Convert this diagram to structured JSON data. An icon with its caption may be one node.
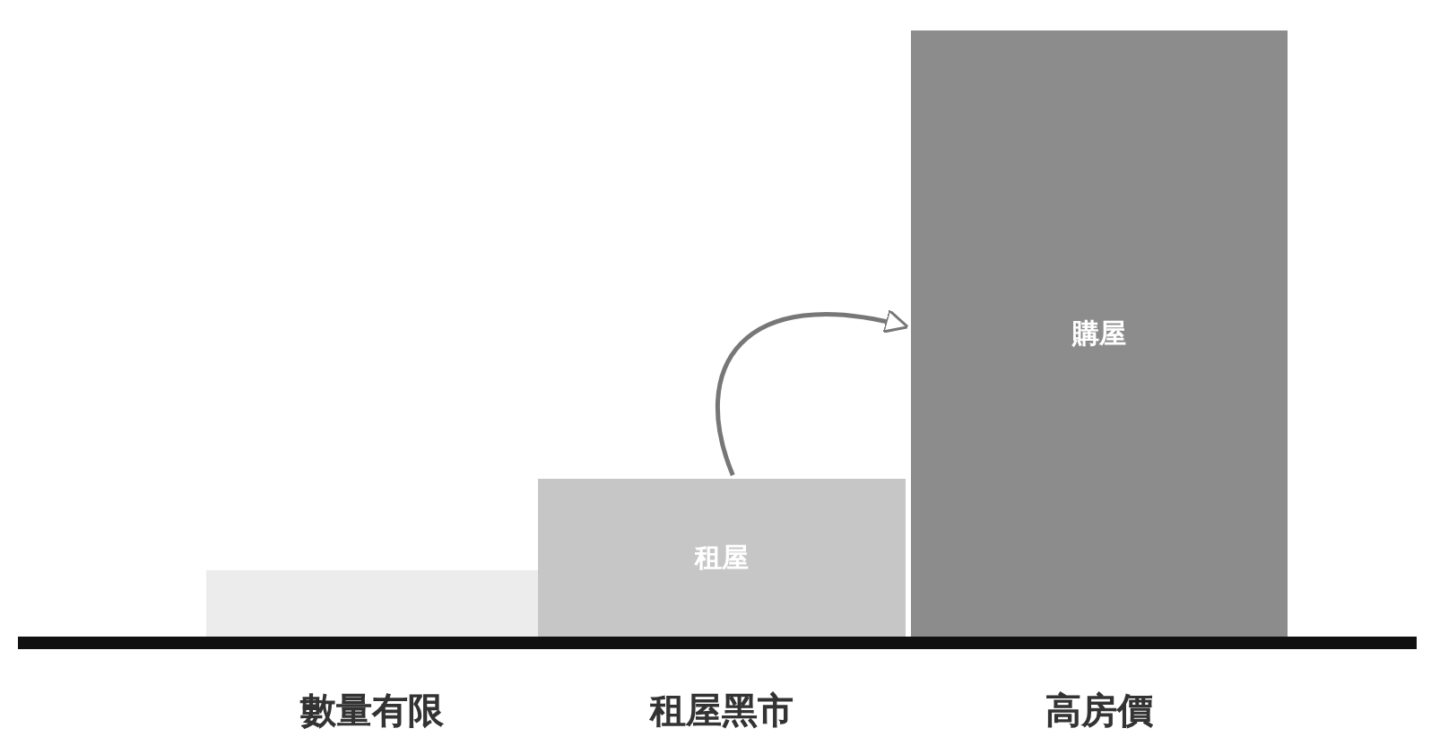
{
  "diagram": {
    "nodes": [
      {
        "text": [],
        "shape": "bar",
        "beside": [
          "數量有限"
        ]
      },
      {
        "text": [
          "租屋"
        ],
        "beside": [
          "租屋黑市"
        ]
      },
      {
        "text": [
          "購屋"
        ],
        "beside": [
          "高房價"
        ]
      }
    ],
    "edges": [
      {
        "from": 1,
        "to": 2,
        "arrow": "to"
      }
    ]
  }
}
